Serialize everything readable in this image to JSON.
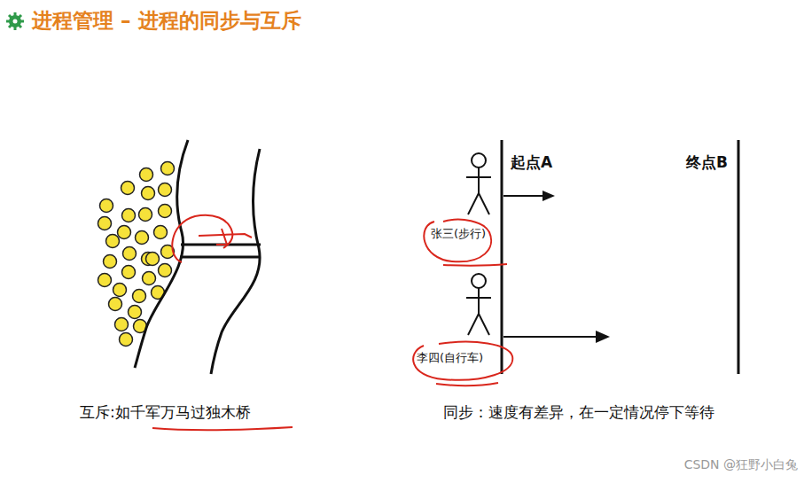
{
  "diagram": {
    "title": "进程管理 – 进程的同步与互斥",
    "labels": [
      "起点A",
      "终点B",
      "张三(步行)",
      "李四(自行车)",
      "互斥:如千军万马过独木桥",
      "同步：速度有差异，在一定情况停下等待",
      "CSDN @狂野小白兔"
    ]
  }
}
